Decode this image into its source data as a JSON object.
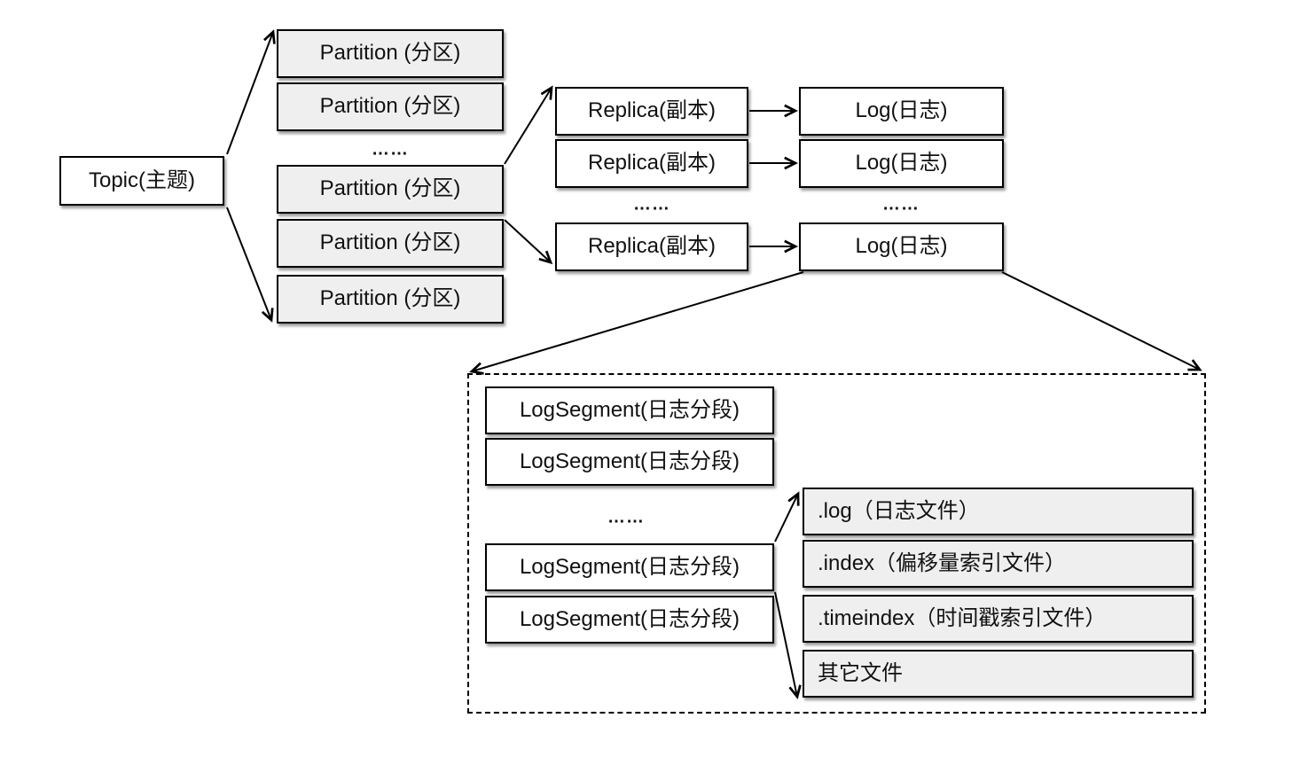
{
  "diagram": {
    "topic": {
      "label": "Topic(主题)"
    },
    "partition_column": {
      "ellipsis": "……",
      "items": [
        "Partition (分区)",
        "Partition (分区)",
        "Partition (分区)",
        "Partition (分区)",
        "Partition (分区)"
      ]
    },
    "replica_column": {
      "ellipsis": "……",
      "items": [
        "Replica(副本)",
        "Replica(副本)",
        "Replica(副本)"
      ]
    },
    "log_column": {
      "ellipsis": "……",
      "items": [
        "Log(日志)",
        "Log(日志)",
        "Log(日志)"
      ]
    },
    "segment_group": {
      "ellipsis": "……",
      "items": [
        "LogSegment(日志分段)",
        "LogSegment(日志分段)",
        "LogSegment(日志分段)",
        "LogSegment(日志分段)"
      ]
    },
    "file_group": {
      "items": [
        ".log（日志文件）",
        ".index（偏移量索引文件）",
        ".timeindex（时间戳索引文件）",
        "其它文件"
      ]
    },
    "colors": {
      "background": "#ffffff",
      "box_fill_light": "#efefef",
      "box_fill_white": "#ffffff",
      "line": "#000000"
    }
  }
}
